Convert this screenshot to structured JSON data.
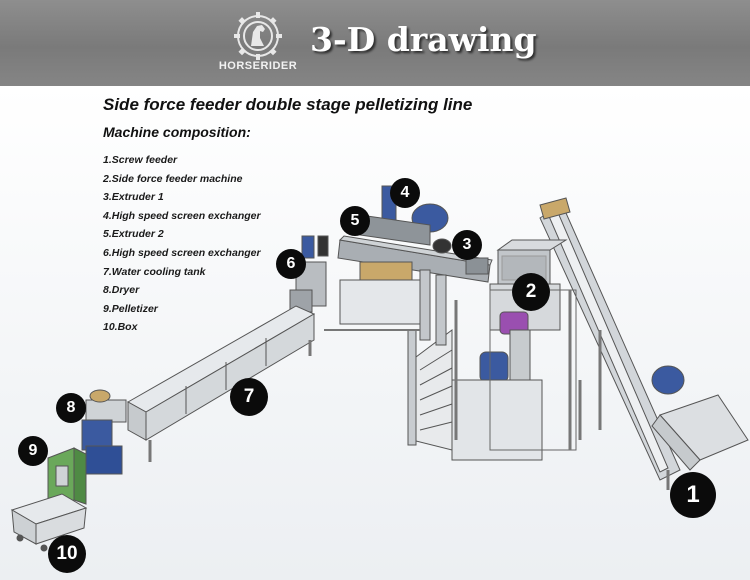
{
  "header": {
    "logo_text": "HORSERIDER",
    "title": "3-D drawing"
  },
  "content": {
    "title": "Side force feeder double stage pelletizing line",
    "composition_title": "Machine composition:",
    "components": [
      "1.Screw feeder",
      "2.Side force feeder machine",
      "3.Extruder 1",
      "4.High speed screen exchanger",
      "5.Extruder 2",
      "6.High speed screen exchanger",
      "7.Water cooling tank",
      "8.Dryer",
      "9.Pelletizer",
      "10.Box"
    ]
  },
  "markers": [
    "1",
    "2",
    "3",
    "4",
    "5",
    "6",
    "7",
    "8",
    "9",
    "10"
  ],
  "colors": {
    "header_bg": "#7f7f7f",
    "machine_gray": "#c8ccd0",
    "motor_blue": "#3b5aa0",
    "pelletizer_green": "#6aa85a",
    "gearbox_purple": "#9a4fb0",
    "marker_black": "#0b0b0b"
  }
}
